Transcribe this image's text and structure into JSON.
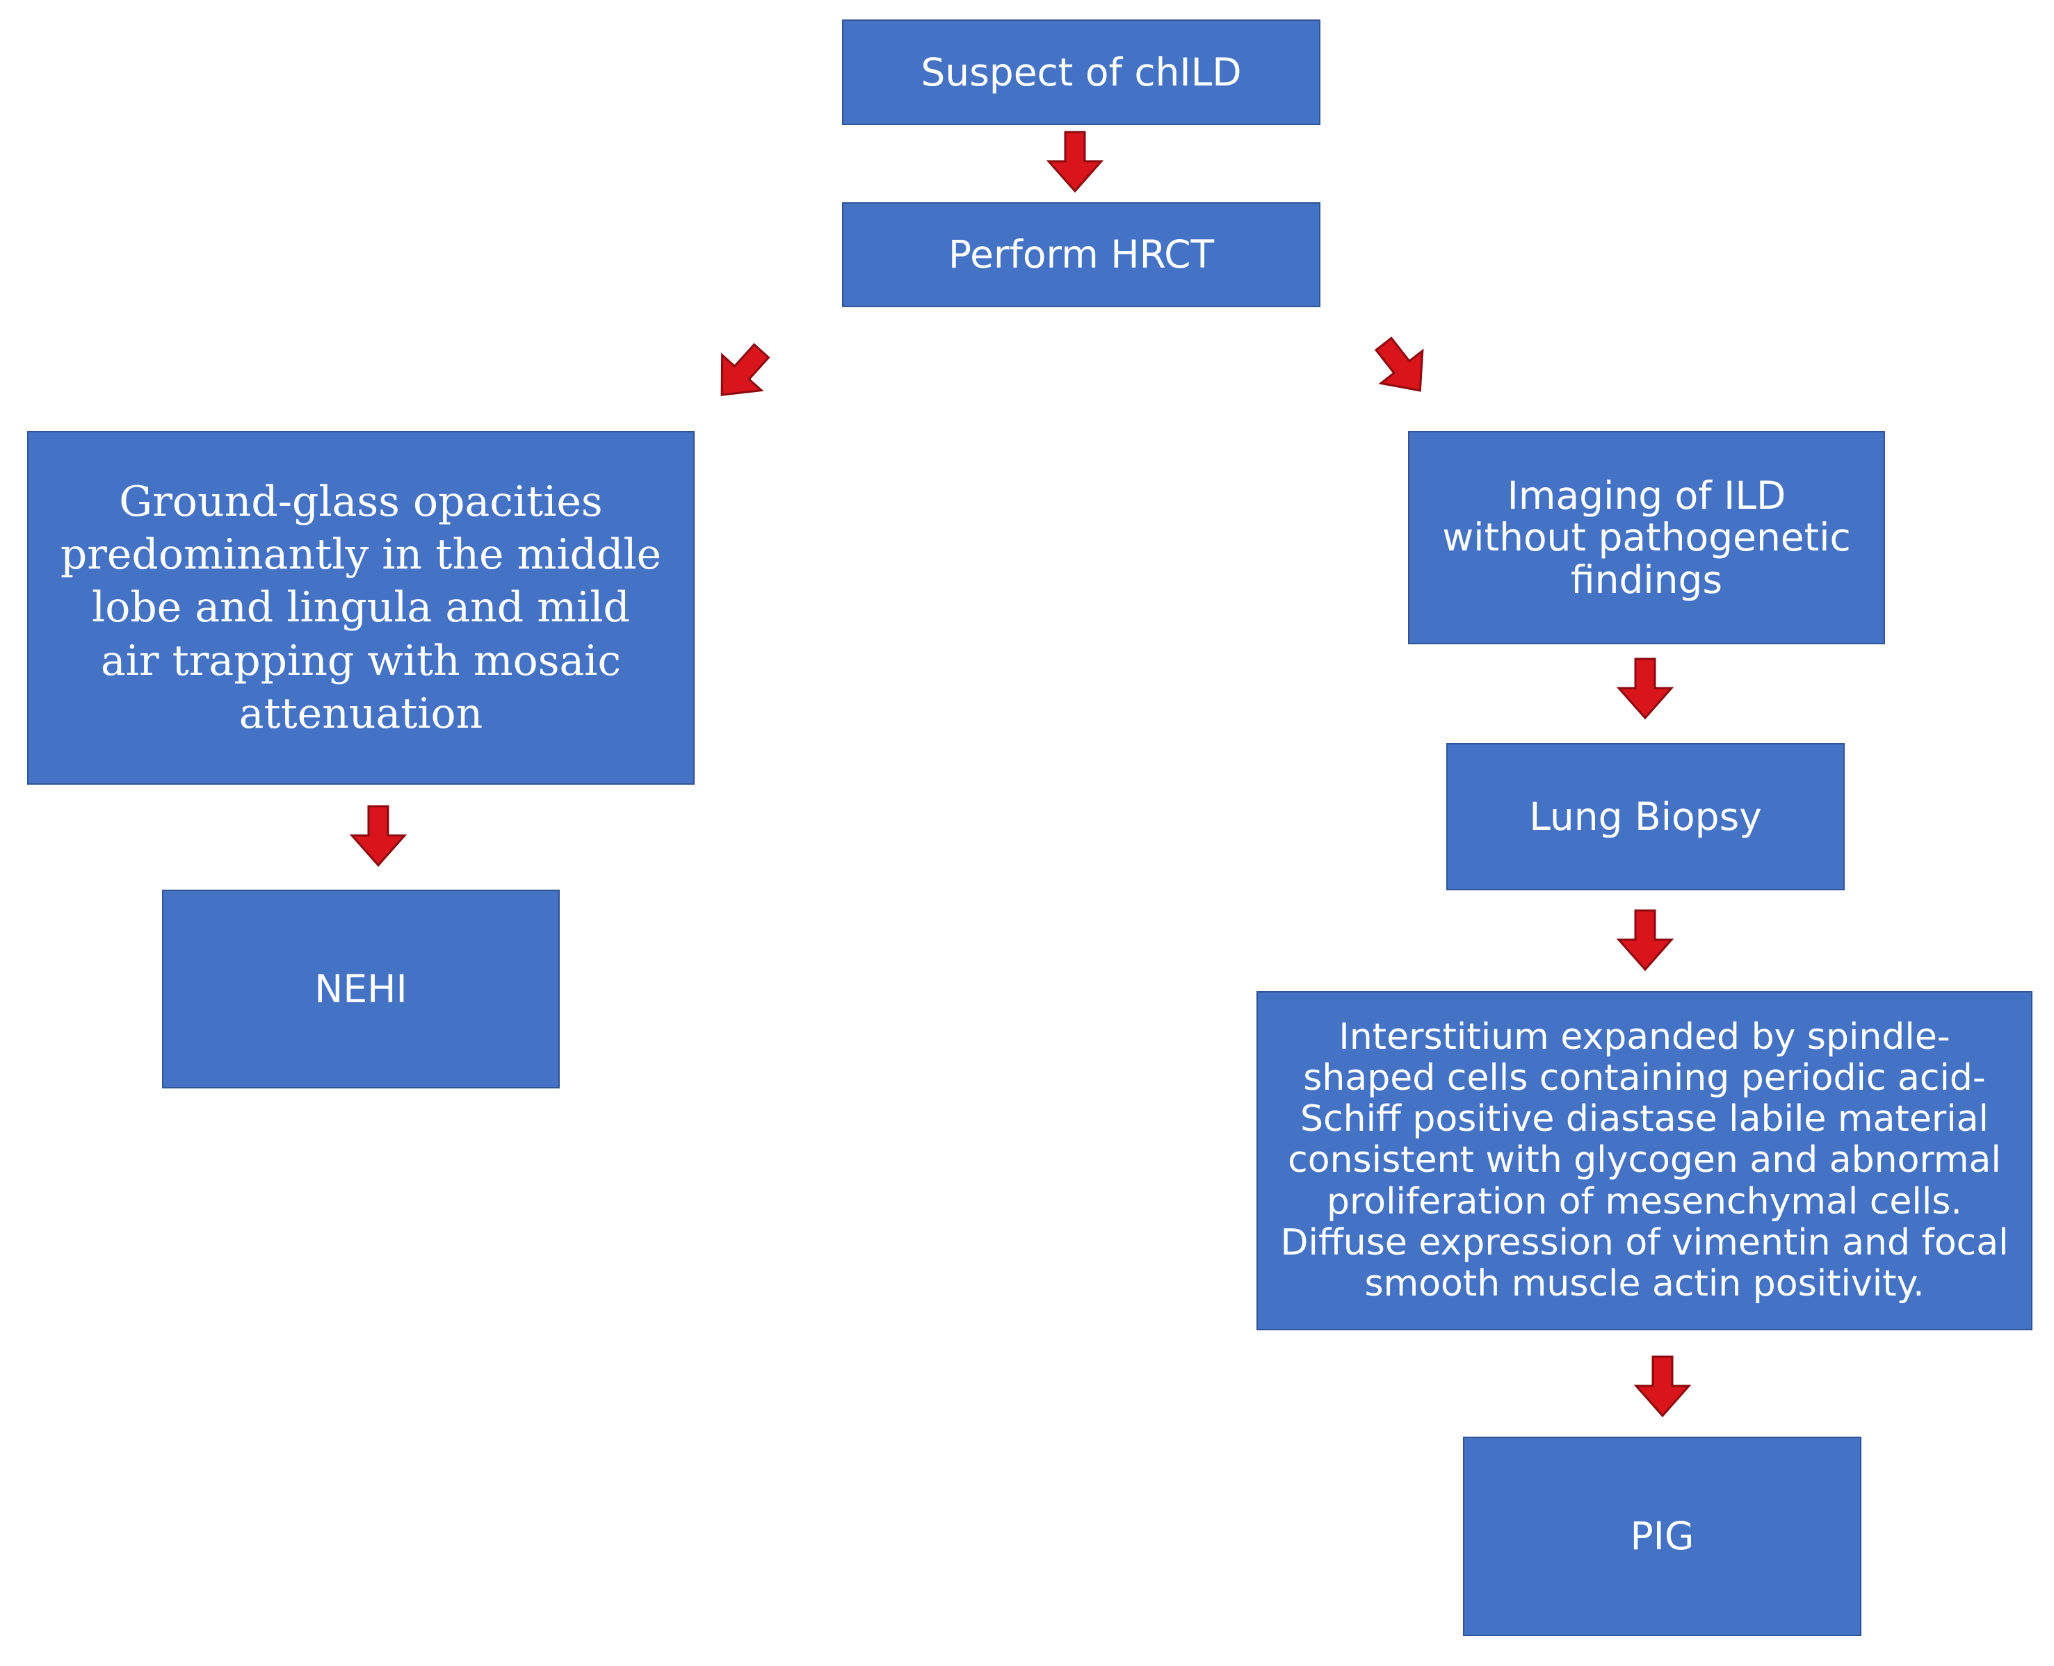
{
  "colors": {
    "box_fill": "#4472c4",
    "box_border": "#2f5597",
    "box_text": "#ffffff",
    "arrow": "#d9151b",
    "arrow_outline": "#8c0a0f"
  },
  "nodes": {
    "suspect": "Suspect of chILD",
    "hrct": "Perform HRCT",
    "ground_glass": "Ground-glass opacities predominantly in the middle lobe and lingula and mild air trapping with mosaic attenuation",
    "nehi": "NEHI",
    "imaging": "Imaging of ILD without pathogenetic findings",
    "biopsy": "Lung Biopsy",
    "interstitium": "Interstitium expanded by spindle-shaped cells containing periodic acid-Schiff positive diastase labile material consistent with glycogen and abnormal proliferation of mesenchymal cells. Diffuse expression of vimentin and focal smooth muscle actin positivity.",
    "pig": "PIG"
  },
  "edges": [
    {
      "from": "suspect",
      "to": "hrct"
    },
    {
      "from": "hrct",
      "to": "ground_glass"
    },
    {
      "from": "hrct",
      "to": "imaging"
    },
    {
      "from": "ground_glass",
      "to": "nehi"
    },
    {
      "from": "imaging",
      "to": "biopsy"
    },
    {
      "from": "biopsy",
      "to": "interstitium"
    },
    {
      "from": "interstitium",
      "to": "pig"
    }
  ]
}
